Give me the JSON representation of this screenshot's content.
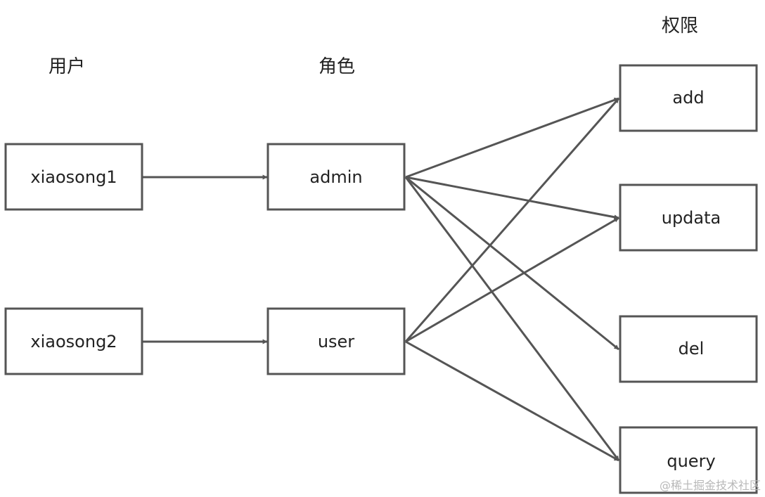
{
  "headers": {
    "users": "用户",
    "roles": "角色",
    "permissions": "权限"
  },
  "nodes": {
    "xiaosong1": "xiaosong1",
    "xiaosong2": "xiaosong2",
    "admin": "admin",
    "user": "user",
    "add": "add",
    "updata": "updata",
    "del": "del",
    "query": "query"
  },
  "edges": [
    [
      "xiaosong1",
      "admin"
    ],
    [
      "xiaosong2",
      "user"
    ],
    [
      "admin",
      "add"
    ],
    [
      "admin",
      "updata"
    ],
    [
      "admin",
      "del"
    ],
    [
      "admin",
      "query"
    ],
    [
      "user",
      "add"
    ],
    [
      "user",
      "updata"
    ],
    [
      "user",
      "query"
    ]
  ],
  "colors": {
    "stroke": "#555555",
    "text": "#222222",
    "watermark": "#b8b8b8"
  },
  "watermark": "@稀土掘金技术社区"
}
